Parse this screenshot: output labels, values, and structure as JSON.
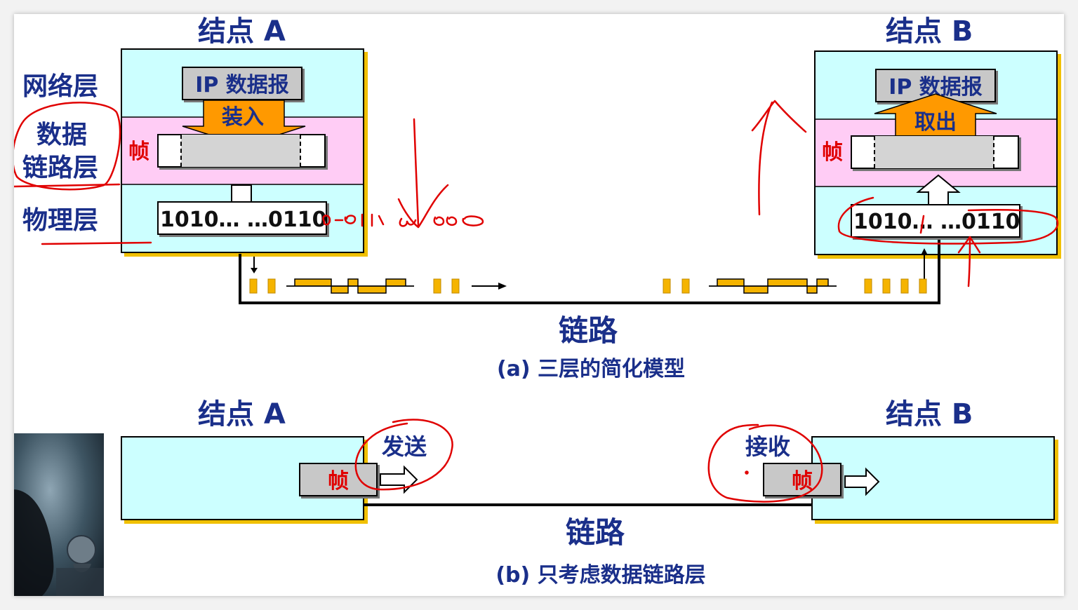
{
  "colors": {
    "node_bg": "#ccffff",
    "link_layer_bg": "#ffccf5",
    "ip_box": "#c8c8c8",
    "arrow_orange": "#ff9900",
    "signal": "#f5b400",
    "title_blue": "#1a2f8a",
    "red_label": "#e00000",
    "annotation_red": "#e00000"
  },
  "diagram_a": {
    "node_a": {
      "title": "结点 A",
      "ip_label": "IP 数据报",
      "action": "装入",
      "frame_label": "帧",
      "bits": "1010…  …0110"
    },
    "node_b": {
      "title": "结点 B",
      "ip_label": "IP 数据报",
      "action": "取出",
      "frame_label": "帧",
      "bits": "1010…  …0110"
    },
    "layers": {
      "network": "网络层",
      "datalink_line1": "数据",
      "datalink_line2": "链路层",
      "physical": "物理层"
    },
    "link_label": "链路",
    "caption": "(a) 三层的简化模型"
  },
  "diagram_b": {
    "node_a_title": "结点 A",
    "node_b_title": "结点 B",
    "send": "发送",
    "receive": "接收",
    "frame_a": "帧",
    "frame_b": "帧",
    "link_label": "链路",
    "caption": "(b) 只考虑数据链路层"
  },
  "webcam": {
    "icon": "webcam-presenter-icon"
  }
}
